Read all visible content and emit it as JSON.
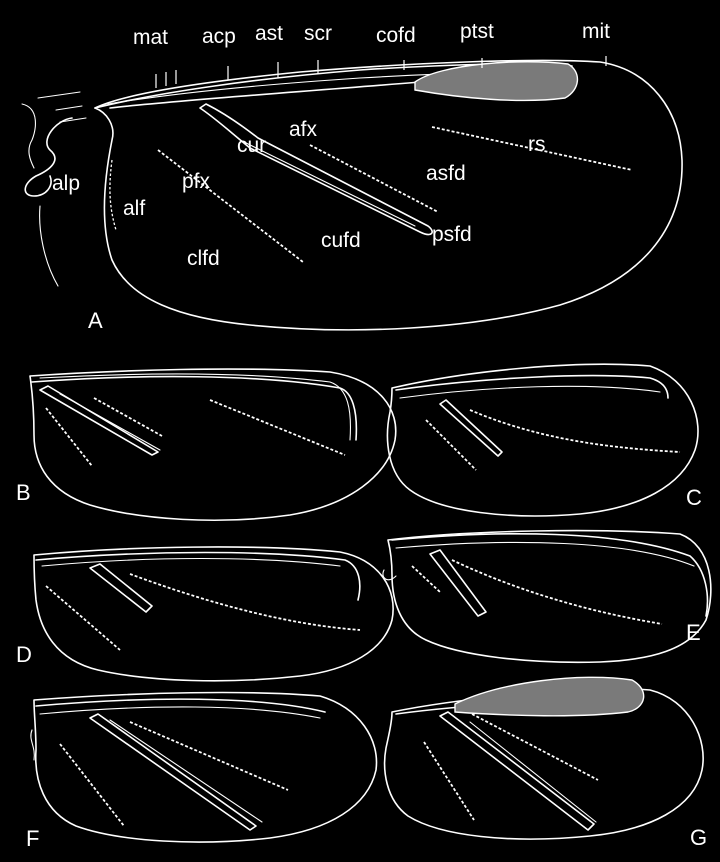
{
  "labels": {
    "mat": "mat",
    "acp": "acp",
    "ast": "ast",
    "scr": "scr",
    "cofd": "cofd",
    "ptst": "ptst",
    "mit": "mit",
    "afx": "afx",
    "cur": "cur",
    "rs": "rs",
    "alp": "alp",
    "pfx": "pfx",
    "asfd": "asfd",
    "alf": "alf",
    "psfd": "psfd",
    "cufd": "cufd",
    "clfd": "clfd"
  },
  "panels": [
    "A",
    "B",
    "C",
    "D",
    "E",
    "F",
    "G"
  ]
}
